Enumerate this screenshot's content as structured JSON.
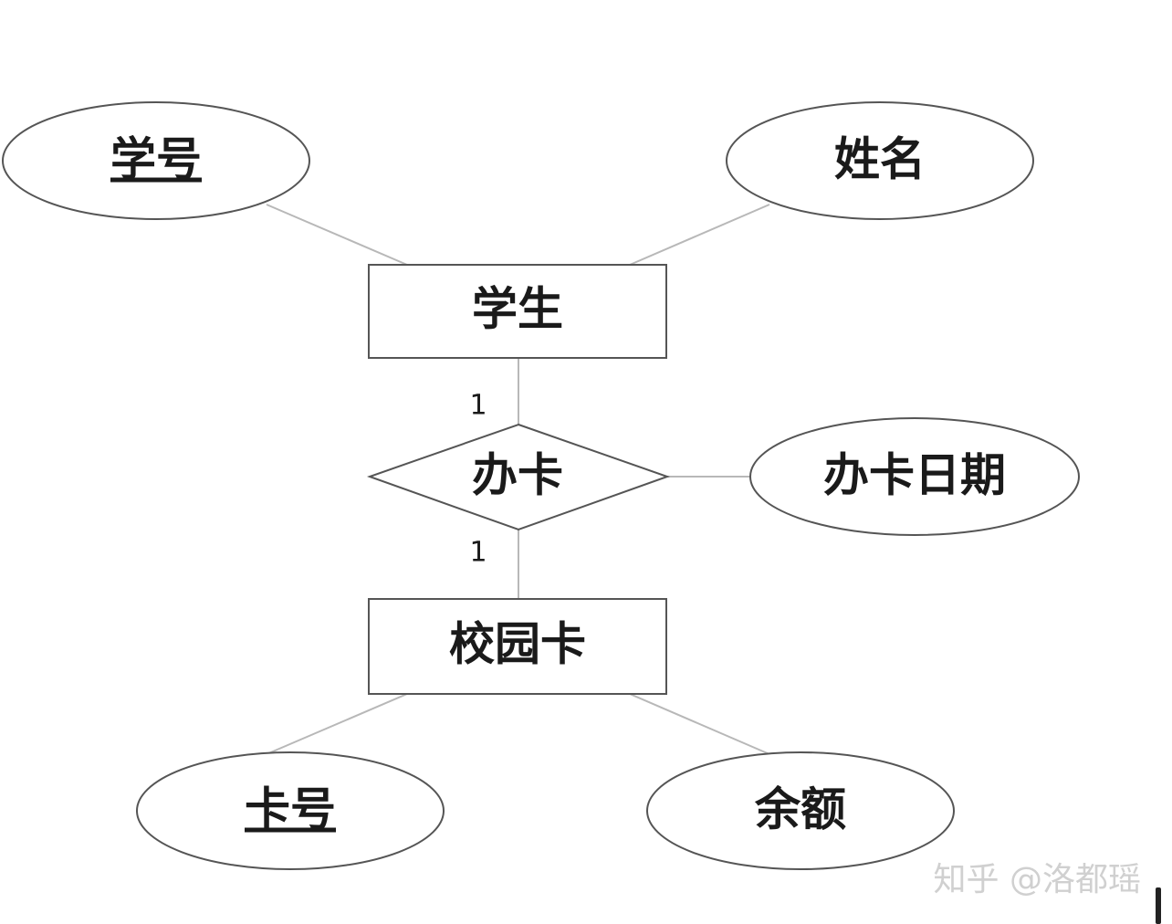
{
  "entities": {
    "student": {
      "label": "学生"
    },
    "campus_card": {
      "label": "校园卡"
    }
  },
  "relationship": {
    "label": "办卡"
  },
  "attributes": {
    "student_id": {
      "label": "学号"
    },
    "student_name": {
      "label": "姓名"
    },
    "issue_date": {
      "label": "办卡日期"
    },
    "card_number": {
      "label": "卡号"
    },
    "balance": {
      "label": "余额"
    }
  },
  "cardinality": {
    "student_side": "1",
    "card_side": "1"
  },
  "watermark": {
    "text": "知乎 @洛都瑶"
  },
  "colors": {
    "stroke": "#555555",
    "connector": "#b8b8b8",
    "text": "#1a1a1a",
    "watermark": "#d0d0d0"
  }
}
